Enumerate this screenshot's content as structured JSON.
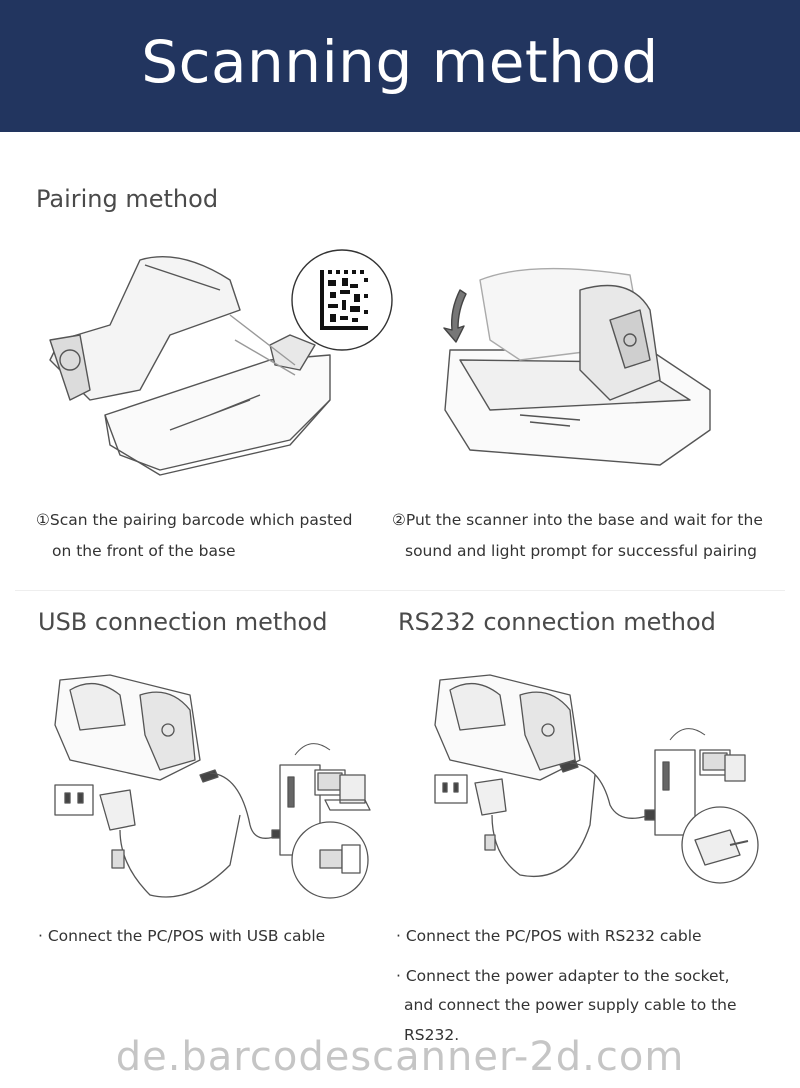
{
  "banner": {
    "title": "Scanning method"
  },
  "pairing": {
    "title": "Pairing method",
    "step1": [
      "①Scan the pairing barcode which pasted",
      "on the front of the base"
    ],
    "step2": [
      "②Put the scanner into the base and wait for the",
      "sound and light prompt for successful pairing"
    ]
  },
  "usb": {
    "title": "USB connection method",
    "notes": [
      "· Connect the PC/POS with USB cable"
    ]
  },
  "rs232": {
    "title": "RS232 connection method",
    "notes": [
      "· Connect the PC/POS with RS232 cable",
      "· Connect the power adapter to the socket,",
      "and connect the power supply cable to the",
      "RS232."
    ]
  },
  "watermark": "de.barcodescanner-2d.com",
  "colors": {
    "banner": "#22355f",
    "line_art": "#555555"
  },
  "icons": [
    "scanner-icon",
    "charging-base-icon",
    "data-matrix-barcode-icon",
    "down-arrow-icon",
    "power-adapter-icon",
    "wall-socket-icon",
    "computer-icon",
    "usb-plug-icon",
    "rs232-connector-icon"
  ]
}
